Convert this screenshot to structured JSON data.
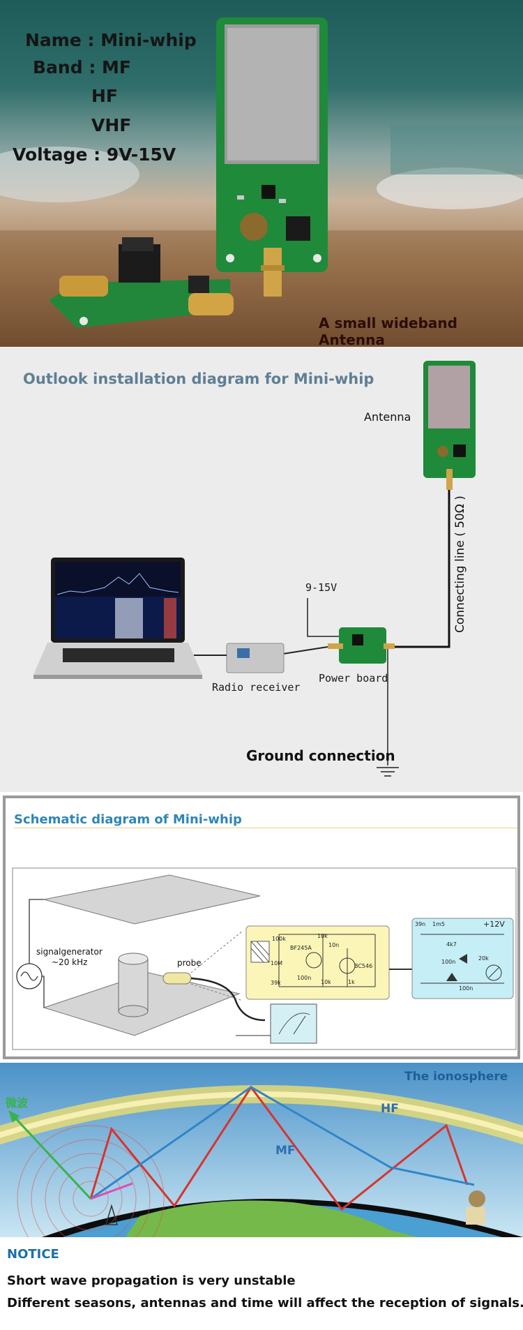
{
  "product": {
    "name_line": "Name : Mini-whip",
    "band_line": "Band : MF",
    "band_hf": "HF",
    "band_vhf": "VHF",
    "voltage_line": "Voltage : 9V-15V",
    "caption": "A small wideband Antenna"
  },
  "installation": {
    "title": "Outlook installation diagram for Mini-whip",
    "antenna_label": "Antenna",
    "voltage_label": "9-15V",
    "cable_label": "Connecting line ( 50Ω )",
    "receiver_label": "Radio receiver",
    "power_board_label": "Power board",
    "ground_label": "Ground connection"
  },
  "schematic": {
    "title": "Schematic diagram of Mini-whip",
    "generator_label": "signalgenerator",
    "generator_freq": "~20 kHz",
    "probe_label": "probe",
    "components_left": [
      "100k",
      "10k",
      "BF245A",
      "10n",
      "10M",
      "BC546",
      "39k",
      "100n",
      "10k",
      "1k"
    ],
    "components_right": [
      "39n",
      "1m5",
      "+12V",
      "4k7",
      "100n",
      "20k",
      "100n"
    ]
  },
  "ionosphere": {
    "title": "The ionosphere",
    "hf_label": "HF",
    "mf_label": "MF",
    "microwave_label": "微波"
  },
  "notice": {
    "title": "NOTICE",
    "line1": "Short wave propagation is very unstable",
    "line2": "Different seasons, antennas and time will affect the reception of signals."
  },
  "colors": {
    "pcb_green": "#1f8a3a",
    "hf_ray": "#2e86c9",
    "mf_ray": "#d9332c",
    "title_blue": "#2f86b5"
  }
}
